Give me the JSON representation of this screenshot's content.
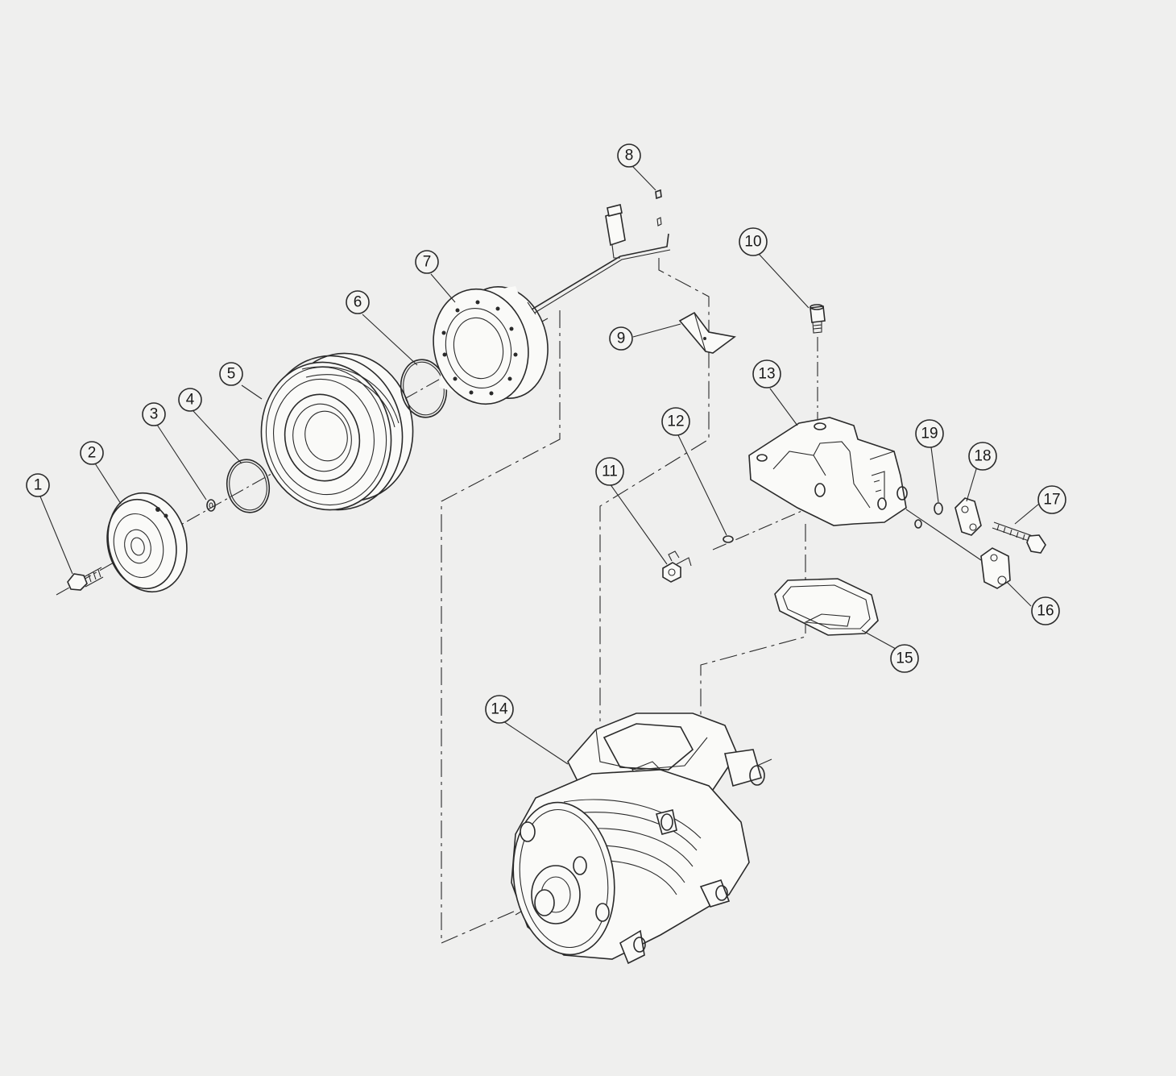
{
  "callouts": [
    {
      "label": "1"
    },
    {
      "label": "2"
    },
    {
      "label": "3"
    },
    {
      "label": "4"
    },
    {
      "label": "5"
    },
    {
      "label": "6"
    },
    {
      "label": "7"
    },
    {
      "label": "8"
    },
    {
      "label": "9"
    },
    {
      "label": "10"
    },
    {
      "label": "11"
    },
    {
      "label": "12"
    },
    {
      "label": "13"
    },
    {
      "label": "14"
    },
    {
      "label": "15"
    },
    {
      "label": "16"
    },
    {
      "label": "17"
    },
    {
      "label": "18"
    },
    {
      "label": "19"
    }
  ],
  "colors": {
    "ink": "#2a2a2a",
    "paper": "#efefee"
  }
}
